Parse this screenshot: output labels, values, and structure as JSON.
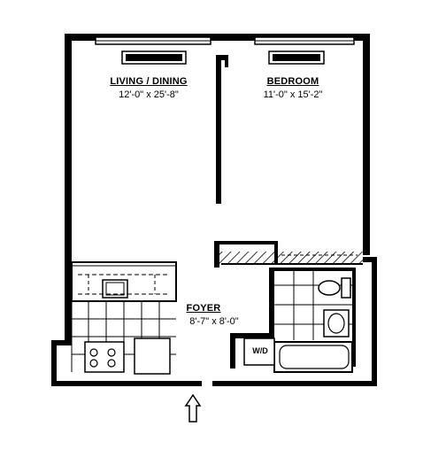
{
  "rooms": {
    "living": {
      "name": "LIVING / DINING",
      "dims": "12'-0\" x 25'-8\""
    },
    "bedroom": {
      "name": "BEDROOM",
      "dims": "11'-0\" x 15'-2\""
    },
    "foyer": {
      "name": "FOYER",
      "dims": "8'-7\" x 8'-0\""
    }
  },
  "appliances": {
    "washer_dryer": "W/D"
  },
  "icons": {
    "entrance": "up-arrow-icon"
  },
  "colors": {
    "line": "#000000",
    "background": "#ffffff"
  }
}
